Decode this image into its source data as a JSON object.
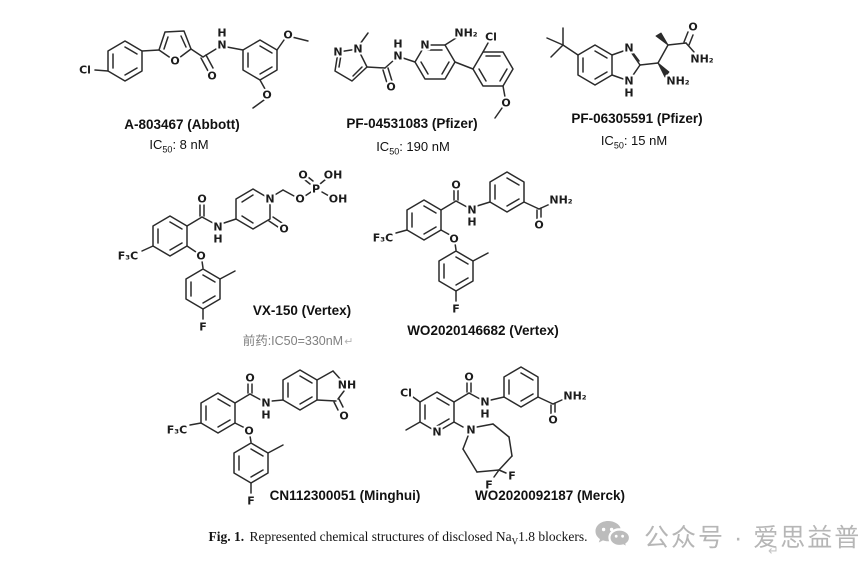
{
  "figure": {
    "caption": {
      "label": "Fig. 1.",
      "text_before_sub": " Represented chemical structures of disclosed Na",
      "sub": "V",
      "text_after_sub": "1.8 blockers."
    }
  },
  "compounds": [
    {
      "name": "A-803467 (Abbott)",
      "ic50": {
        "prefix": "IC",
        "sub": "50",
        "value": ": 8 nM"
      },
      "atoms": {
        "cl": "Cl",
        "o_furan": "O",
        "o_carbonyl": "O",
        "n_amide": "N",
        "h_amide": "H",
        "o_methoxy_top": "O",
        "o_methoxy_bottom": "O"
      }
    },
    {
      "name": "PF-04531083 (Pfizer)",
      "ic50": {
        "prefix": "IC",
        "sub": "50",
        "value": ": 190 nM"
      },
      "atoms": {
        "n1": "N",
        "n2": "N",
        "o_carbonyl": "O",
        "n_amide": "N",
        "h_amide": "H",
        "n_pyridine": "N",
        "nh2": "NH₂",
        "cl": "Cl",
        "o_methoxy": "O"
      }
    },
    {
      "name": "PF-06305591 (Pfizer)",
      "ic50": {
        "prefix": "IC",
        "sub": "50",
        "value": ": 15 nM"
      },
      "atoms": {
        "n3": "N",
        "n1": "N",
        "h1": "H",
        "nh2_amine": "NH₂",
        "o_carbonyl": "O",
        "nh2_amide": "NH₂"
      }
    },
    {
      "name": "VX-150 (Vertex)",
      "note": "前药:IC50=330nM",
      "note_mark": "↵",
      "atoms": {
        "f3c": "F₃C",
        "o_carbonyl": "O",
        "n_amide": "N",
        "h_amide": "H",
        "n_ring": "N",
        "o_lactam": "O",
        "o_linker": "O",
        "p": "P",
        "o_phosphate": "O",
        "oh_top": "OH",
        "oh_right": "OH",
        "o_ether": "O",
        "f": "F"
      }
    },
    {
      "name": "WO2020146682 (Vertex)",
      "atoms": {
        "f3c": "F₃C",
        "o_carbonyl": "O",
        "n_amide": "N",
        "h_amide": "H",
        "o_amide2": "O",
        "nh2": "NH₂",
        "o_ether": "O",
        "f": "F"
      }
    },
    {
      "name": "CN112300051 (Minghui)",
      "atoms": {
        "f3c": "F₃C",
        "o_carbonyl": "O",
        "n_amide": "N",
        "h_amide": "H",
        "nh_lactam": "NH",
        "o_lactam": "O",
        "o_ether": "O",
        "f": "F"
      }
    },
    {
      "name": "WO2020092187 (Merck)",
      "atoms": {
        "cl": "Cl",
        "n_pyridine": "N",
        "o_carbonyl": "O",
        "n_amide": "N",
        "h_amide": "H",
        "o_amide2": "O",
        "nh2": "NH₂",
        "n_azepane": "N",
        "f1": "F",
        "f2": "F"
      }
    }
  ],
  "watermark": {
    "text": "公众号 · 爱思益普",
    "return_mark": "↵",
    "color": "#b6b6b6"
  },
  "colors": {
    "structure": "#2b2b2b",
    "label": "#111111",
    "note_gray": "#7f7f7f"
  }
}
